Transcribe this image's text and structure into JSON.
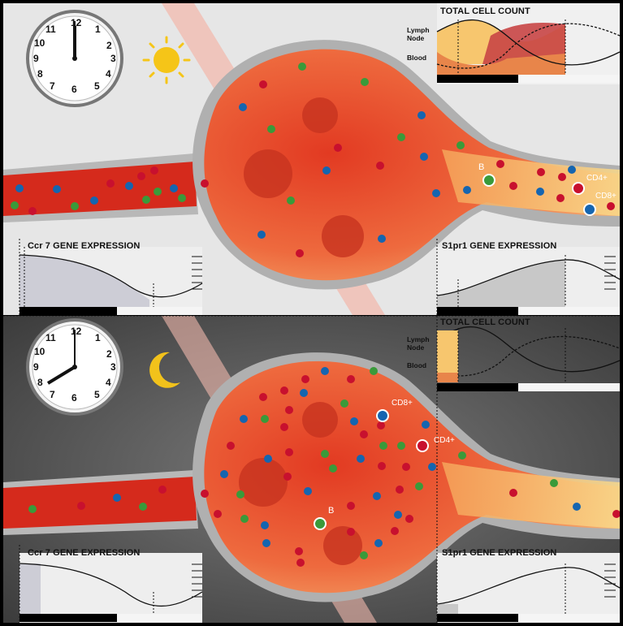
{
  "day": {
    "clock": {
      "numbers": [
        "12",
        "1",
        "2",
        "3",
        "4",
        "5",
        "6",
        "7",
        "8",
        "9",
        "10",
        "11"
      ]
    },
    "total_cell_count": {
      "title": "TOTAL CELL COUNT",
      "row_top": "Lymph\nNode",
      "row_bottom": "Blood"
    },
    "ccr7": {
      "title": "Ccr 7 GENE EXPRESSION"
    },
    "s1pr1": {
      "title": "S1pr1 GENE EXPRESSION"
    },
    "cells": {
      "b": "B",
      "cd4": "CD4+",
      "cd8": "CD8+"
    }
  },
  "night": {
    "clock": {
      "numbers": [
        "12",
        "1",
        "2",
        "3",
        "4",
        "5",
        "6",
        "7",
        "8",
        "9",
        "10",
        "11"
      ]
    },
    "total_cell_count": {
      "title": "TOTAL CELL COUNT",
      "row_top": "Lymph\nNode",
      "row_bottom": "Blood"
    },
    "ccr7": {
      "title": "Ccr 7 GENE EXPRESSION"
    },
    "s1pr1": {
      "title": "S1pr1 GENE EXPRESSION"
    },
    "cells": {
      "b": "B",
      "cd4": "CD4+",
      "cd8": "CD8+"
    }
  },
  "colors": {
    "t_cell_red": "#c8102e",
    "b_cell_green": "#3a9a3a",
    "cd8_blue": "#1565b0",
    "vessel_red": "#d32f1f",
    "node_orange": "#f08a3a",
    "lymph_yellow": "#f7c66e"
  }
}
